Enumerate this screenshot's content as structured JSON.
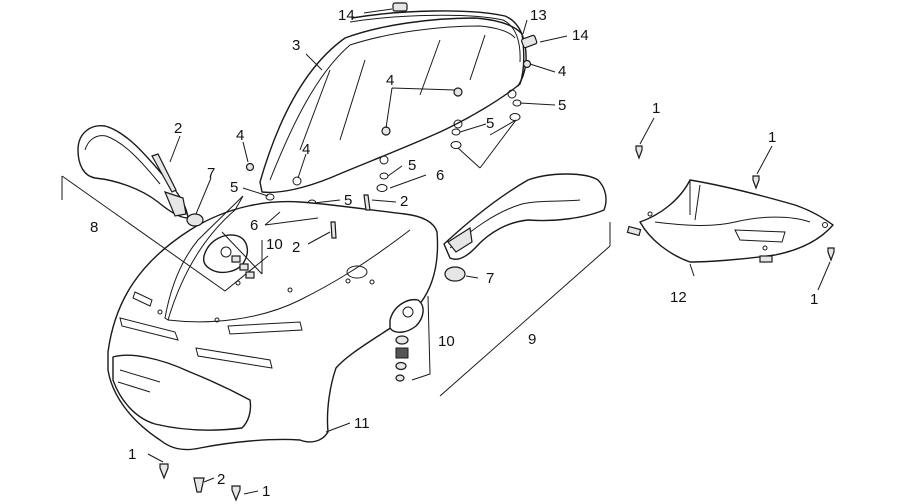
{
  "callouts": {
    "c14a": "14",
    "c13": "13",
    "c14b": "14",
    "c3": "3",
    "c4a": "4",
    "c4b": "4",
    "c4c": "4",
    "c4d": "4",
    "c5a": "5",
    "c5b": "5",
    "c5c": "5",
    "c5d": "5",
    "c5e": "5",
    "c6a": "6",
    "c6b": "6",
    "c2a": "2",
    "c2b": "2",
    "c2c": "2",
    "c2d": "2",
    "c7a": "7",
    "c7b": "7",
    "c8": "8",
    "c9": "9",
    "c10a": "10",
    "c10b": "10",
    "c11": "11",
    "c12": "12",
    "c1a": "1",
    "c1b": "1",
    "c1c": "1",
    "c1d": "1",
    "c1e": "1"
  }
}
